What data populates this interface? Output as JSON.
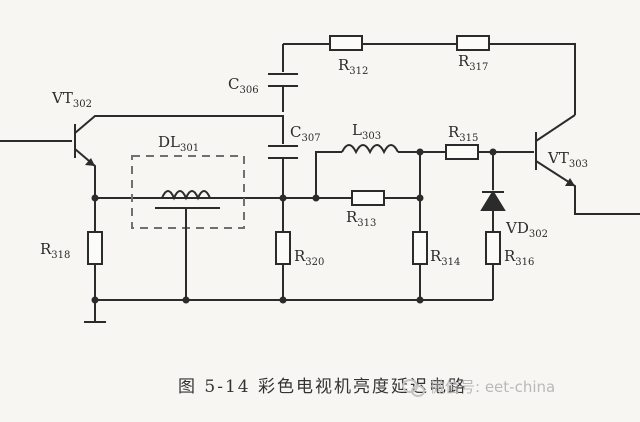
{
  "labels": {
    "vt302": {
      "main": "VT",
      "sub": "302"
    },
    "vt303": {
      "main": "VT",
      "sub": "303"
    },
    "c306": {
      "main": "C",
      "sub": "306"
    },
    "c307": {
      "main": "C",
      "sub": "307"
    },
    "dl301": {
      "main": "DL",
      "sub": "301"
    },
    "l303": {
      "main": "L",
      "sub": "303"
    },
    "r312": {
      "main": "R",
      "sub": "312"
    },
    "r317": {
      "main": "R",
      "sub": "317"
    },
    "r315": {
      "main": "R",
      "sub": "315"
    },
    "r313": {
      "main": "R",
      "sub": "313"
    },
    "r318": {
      "main": "R",
      "sub": "318"
    },
    "r320": {
      "main": "R",
      "sub": "320"
    },
    "r314": {
      "main": "R",
      "sub": "314"
    },
    "r316": {
      "main": "R",
      "sub": "316"
    },
    "vd302": {
      "main": "VD",
      "sub": "302"
    }
  },
  "caption": "图 5-14   彩色电视机亮度延迟电路",
  "watermark": {
    "text": "微信号: eet-china",
    "icon": "wechat-icon"
  },
  "colors": {
    "ink": "#2b2b2b",
    "background": "#f7f6f2",
    "box": "#707070",
    "watermark": "#b9b9b9"
  }
}
